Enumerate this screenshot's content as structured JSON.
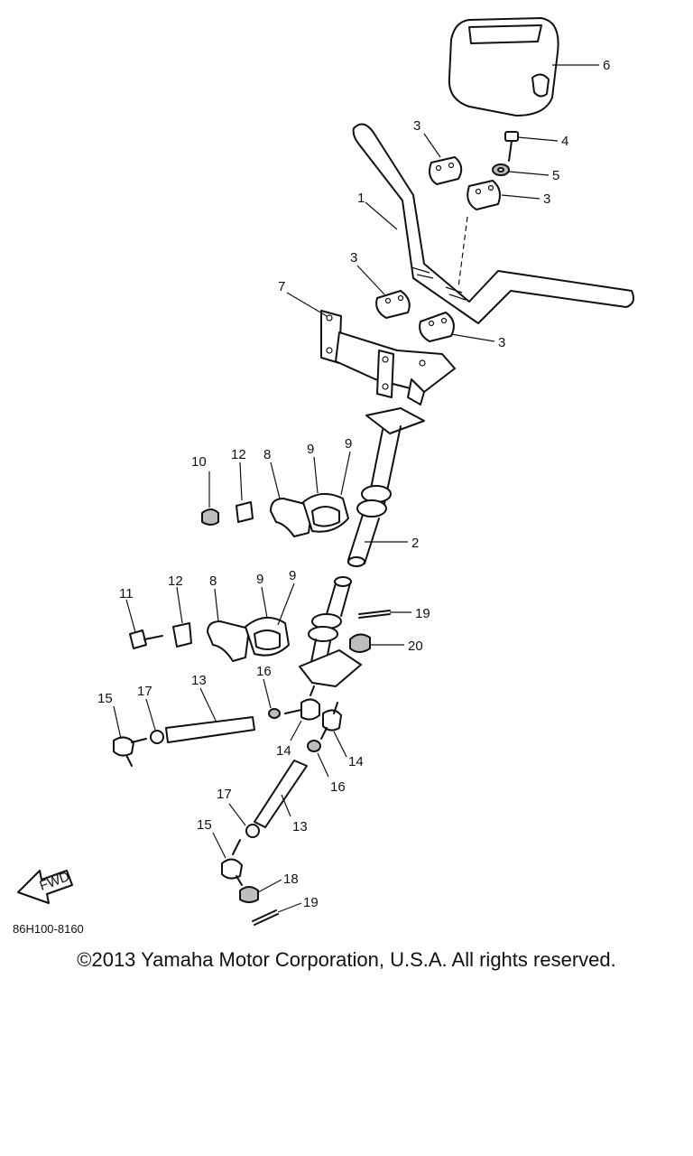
{
  "callouts": {
    "c1": "1",
    "c2": "2",
    "c3": "3",
    "c4": "4",
    "c5": "5",
    "c6": "6",
    "c7": "7",
    "c8": "8",
    "c9": "9",
    "c10": "10",
    "c11": "11",
    "c12": "12",
    "c13": "13",
    "c14": "14",
    "c15": "15",
    "c16": "16",
    "c17": "17",
    "c18": "18",
    "c19": "19",
    "c20": "20"
  },
  "fwd_label": "FWD",
  "diagram_code": "86H100-8160",
  "copyright": "©2013 Yamaha Motor Corporation, U.S.A. All rights reserved."
}
